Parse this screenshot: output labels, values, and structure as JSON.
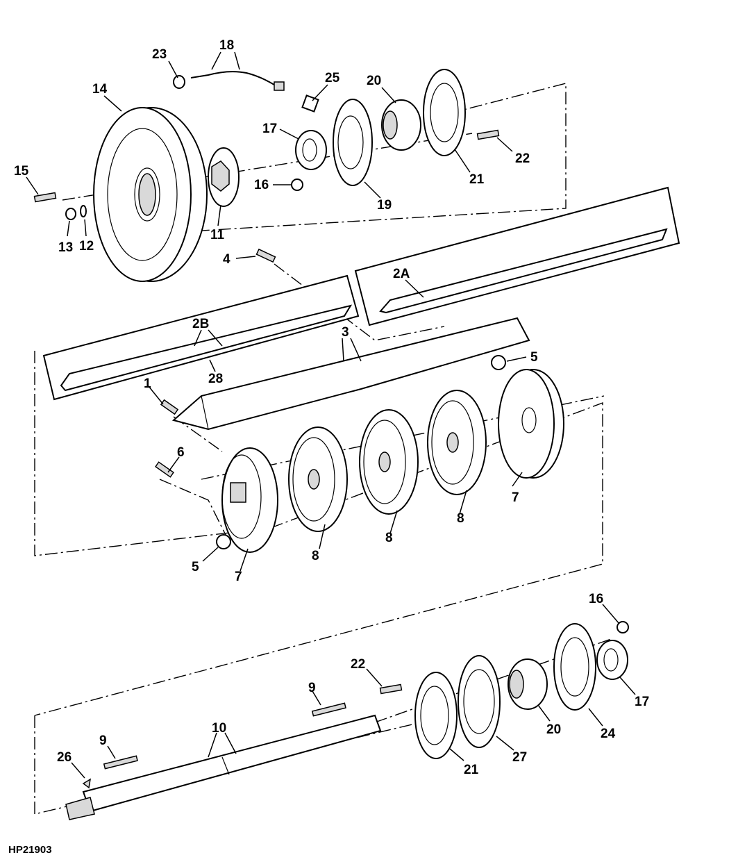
{
  "figure_id": "HP21903",
  "callouts": [
    {
      "key": "c23",
      "text": "23"
    },
    {
      "key": "c18",
      "text": "18"
    },
    {
      "key": "c14",
      "text": "14"
    },
    {
      "key": "c25",
      "text": "25"
    },
    {
      "key": "c20a",
      "text": "20"
    },
    {
      "key": "c17a",
      "text": "17"
    },
    {
      "key": "c22a",
      "text": "22"
    },
    {
      "key": "c15",
      "text": "15"
    },
    {
      "key": "c21a",
      "text": "21"
    },
    {
      "key": "c16a",
      "text": "16"
    },
    {
      "key": "c19",
      "text": "19"
    },
    {
      "key": "c13",
      "text": "13"
    },
    {
      "key": "c12",
      "text": "12"
    },
    {
      "key": "c11",
      "text": "11"
    },
    {
      "key": "c4",
      "text": "4"
    },
    {
      "key": "c2A",
      "text": "2A"
    },
    {
      "key": "c2B",
      "text": "2B"
    },
    {
      "key": "c3",
      "text": "3"
    },
    {
      "key": "c5a",
      "text": "5"
    },
    {
      "key": "c28",
      "text": "28"
    },
    {
      "key": "c1",
      "text": "1"
    },
    {
      "key": "c6",
      "text": "6"
    },
    {
      "key": "c7a",
      "text": "7"
    },
    {
      "key": "c8a",
      "text": "8"
    },
    {
      "key": "c8b",
      "text": "8"
    },
    {
      "key": "c8c",
      "text": "8"
    },
    {
      "key": "c5b",
      "text": "5"
    },
    {
      "key": "c7b",
      "text": "7"
    },
    {
      "key": "c16b",
      "text": "16"
    },
    {
      "key": "c22b",
      "text": "22"
    },
    {
      "key": "c9a",
      "text": "9"
    },
    {
      "key": "c17b",
      "text": "17"
    },
    {
      "key": "c10",
      "text": "10"
    },
    {
      "key": "c9b",
      "text": "9"
    },
    {
      "key": "c20b",
      "text": "20"
    },
    {
      "key": "c24",
      "text": "24"
    },
    {
      "key": "c26",
      "text": "26"
    },
    {
      "key": "c21b",
      "text": "21"
    },
    {
      "key": "c27",
      "text": "27"
    }
  ]
}
